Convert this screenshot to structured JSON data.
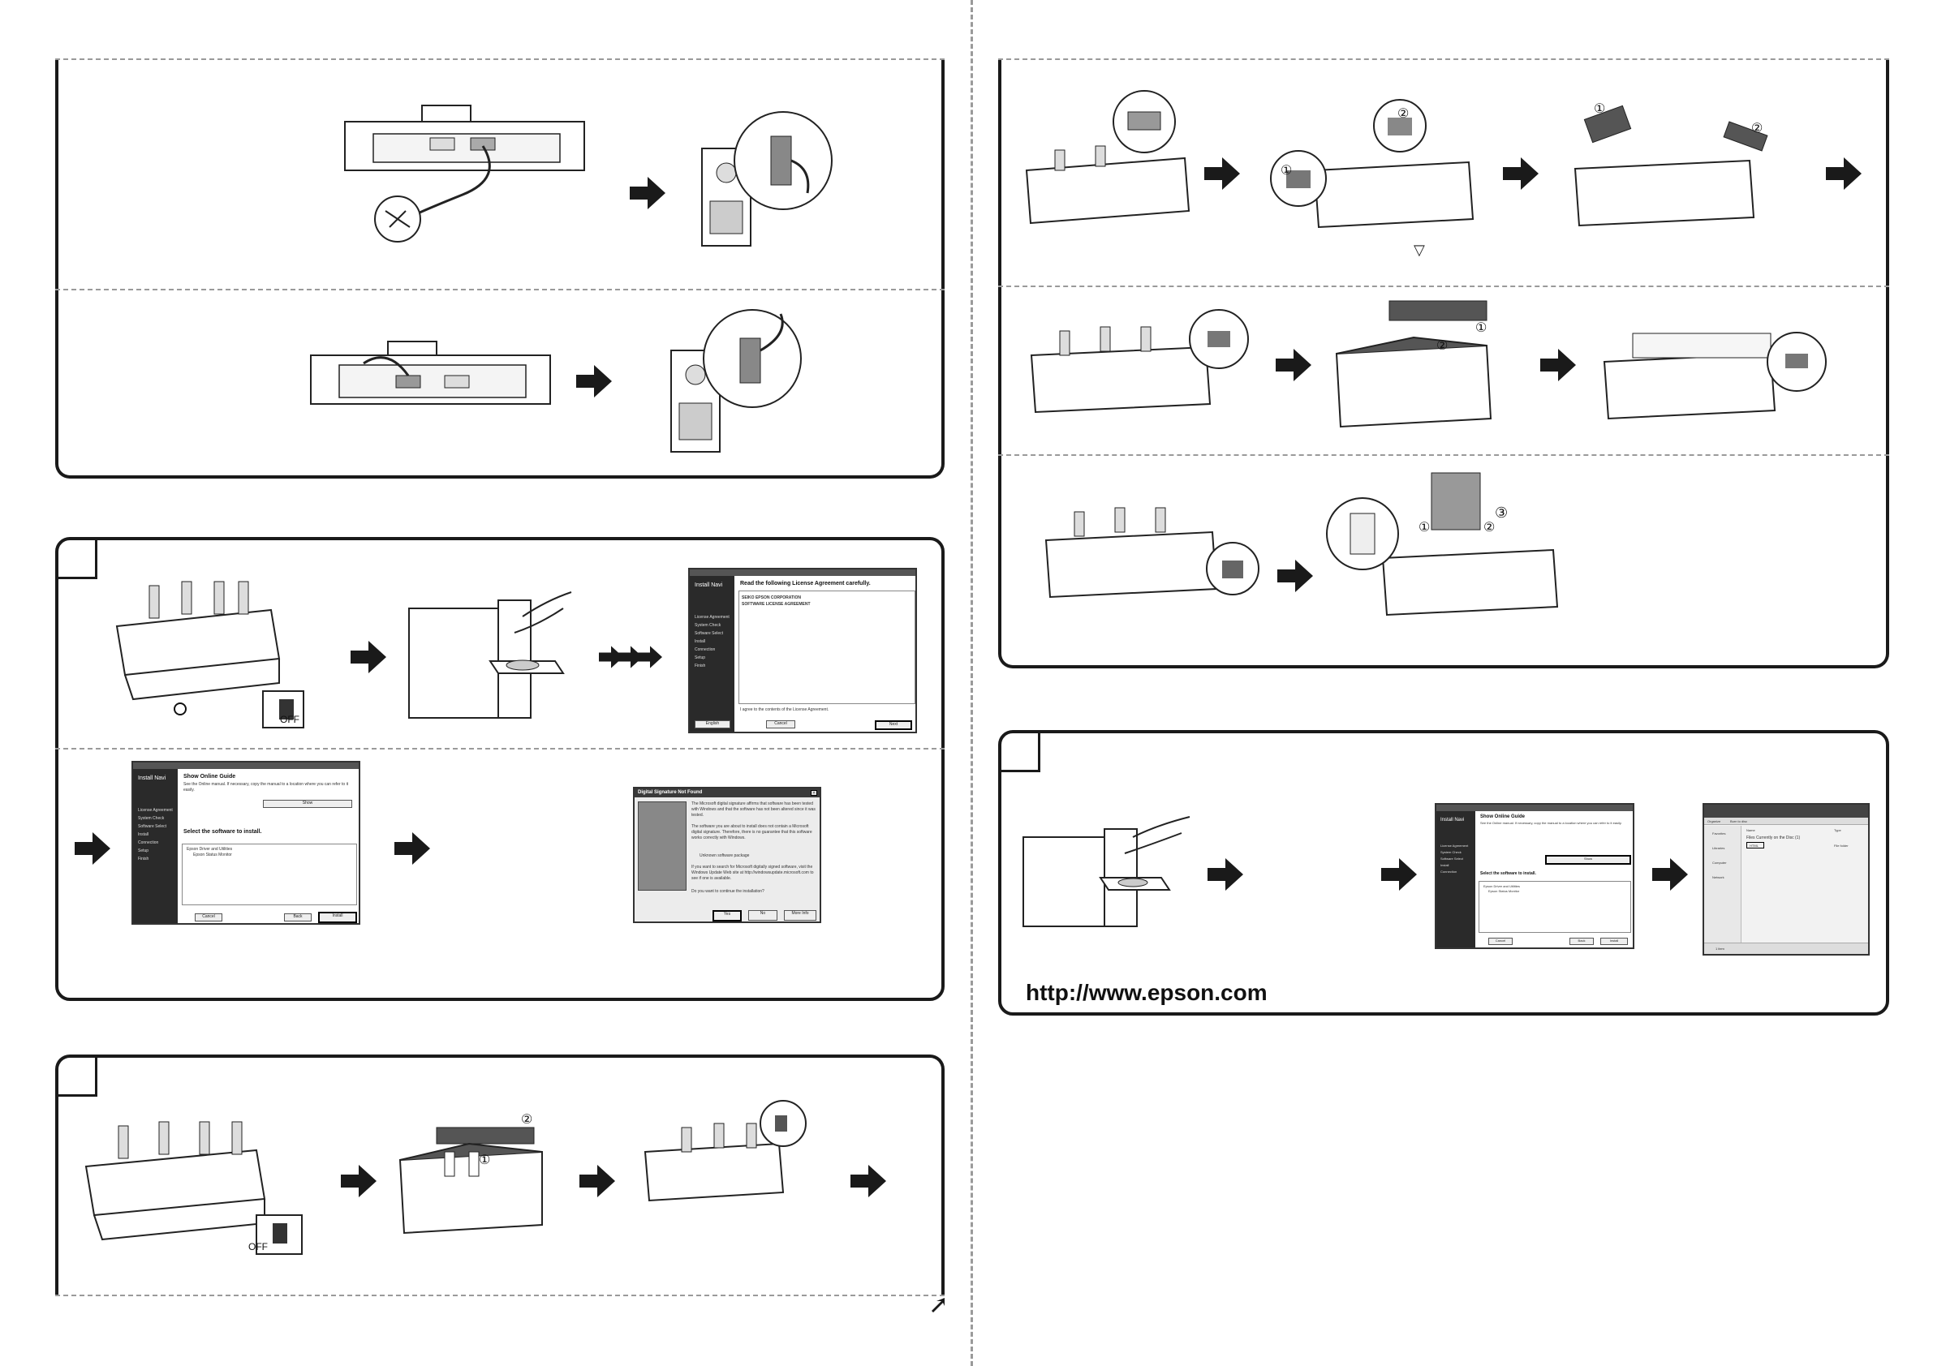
{
  "labels": {
    "off_1": "OFF",
    "off_2": "OFF",
    "url": "http://www.epson.com",
    "circled_1a": "①",
    "circled_2a": "②",
    "circled_3a": "③",
    "circled_1b": "①",
    "circled_2b": "②",
    "circled_1c": "①",
    "circled_2c": "②",
    "circled_1d": "①",
    "circled_2d": "②",
    "triangle": "▽"
  },
  "license_window": {
    "brand": "Install Navi",
    "heading": "Read the following License Agreement carefully.",
    "company": "SEIKO EPSON CORPORATION",
    "agreement_title": "SOFTWARE LICENSE AGREEMENT",
    "side_items": [
      "License Agreement",
      "System Check",
      "Software Select",
      "Install",
      "Connection",
      "Setup",
      "Finish"
    ],
    "footer_check": "I agree to the contents of the License Agreement.",
    "language": "English",
    "cancel": "Cancel",
    "next": "Next"
  },
  "online_guide_window": {
    "brand": "Install Navi",
    "heading": "Show Online Guide",
    "desc": "See the Online manual. If necessary, copy the manual to a location where you can refer to it easily.",
    "show": "Show",
    "select_heading": "Select the software to install.",
    "tree_root": "Epson Driver and Utilities",
    "tree_child": "Epson Status Monitor",
    "side_items": [
      "License Agreement",
      "System Check",
      "Software Select",
      "Install",
      "Connection",
      "Setup",
      "Finish"
    ],
    "cancel": "Cancel",
    "back": "Back",
    "install": "Install"
  },
  "signature_dialog": {
    "title": "Digital Signature Not Found",
    "body1": "The Microsoft digital signature affirms that software has been tested with Windows and that the software has not been altered since it was tested.",
    "body2": "The software you are about to install does not contain a Microsoft digital signature. Therefore, there is no guarantee that this software works correctly with Windows.",
    "package": "Unknown software package",
    "body3": "If you want to search for Microsoft digitally signed software, visit the Windows Update Web site at http://windowsupdate.microsoft.com to see if one is available.",
    "question": "Do you want to continue the installation?",
    "yes": "Yes",
    "no": "No",
    "more": "More Info"
  },
  "explorer_window": {
    "organize": "Organize",
    "burn": "Burn to disc",
    "col_name": "Name",
    "col_type": "Type",
    "group": "Files Currently on the Disc (1)",
    "file_name": "HTML",
    "file_type": "File folder",
    "nav": [
      "Favorites",
      "Libraries",
      "Computer",
      "Network"
    ],
    "status": "1 item"
  }
}
